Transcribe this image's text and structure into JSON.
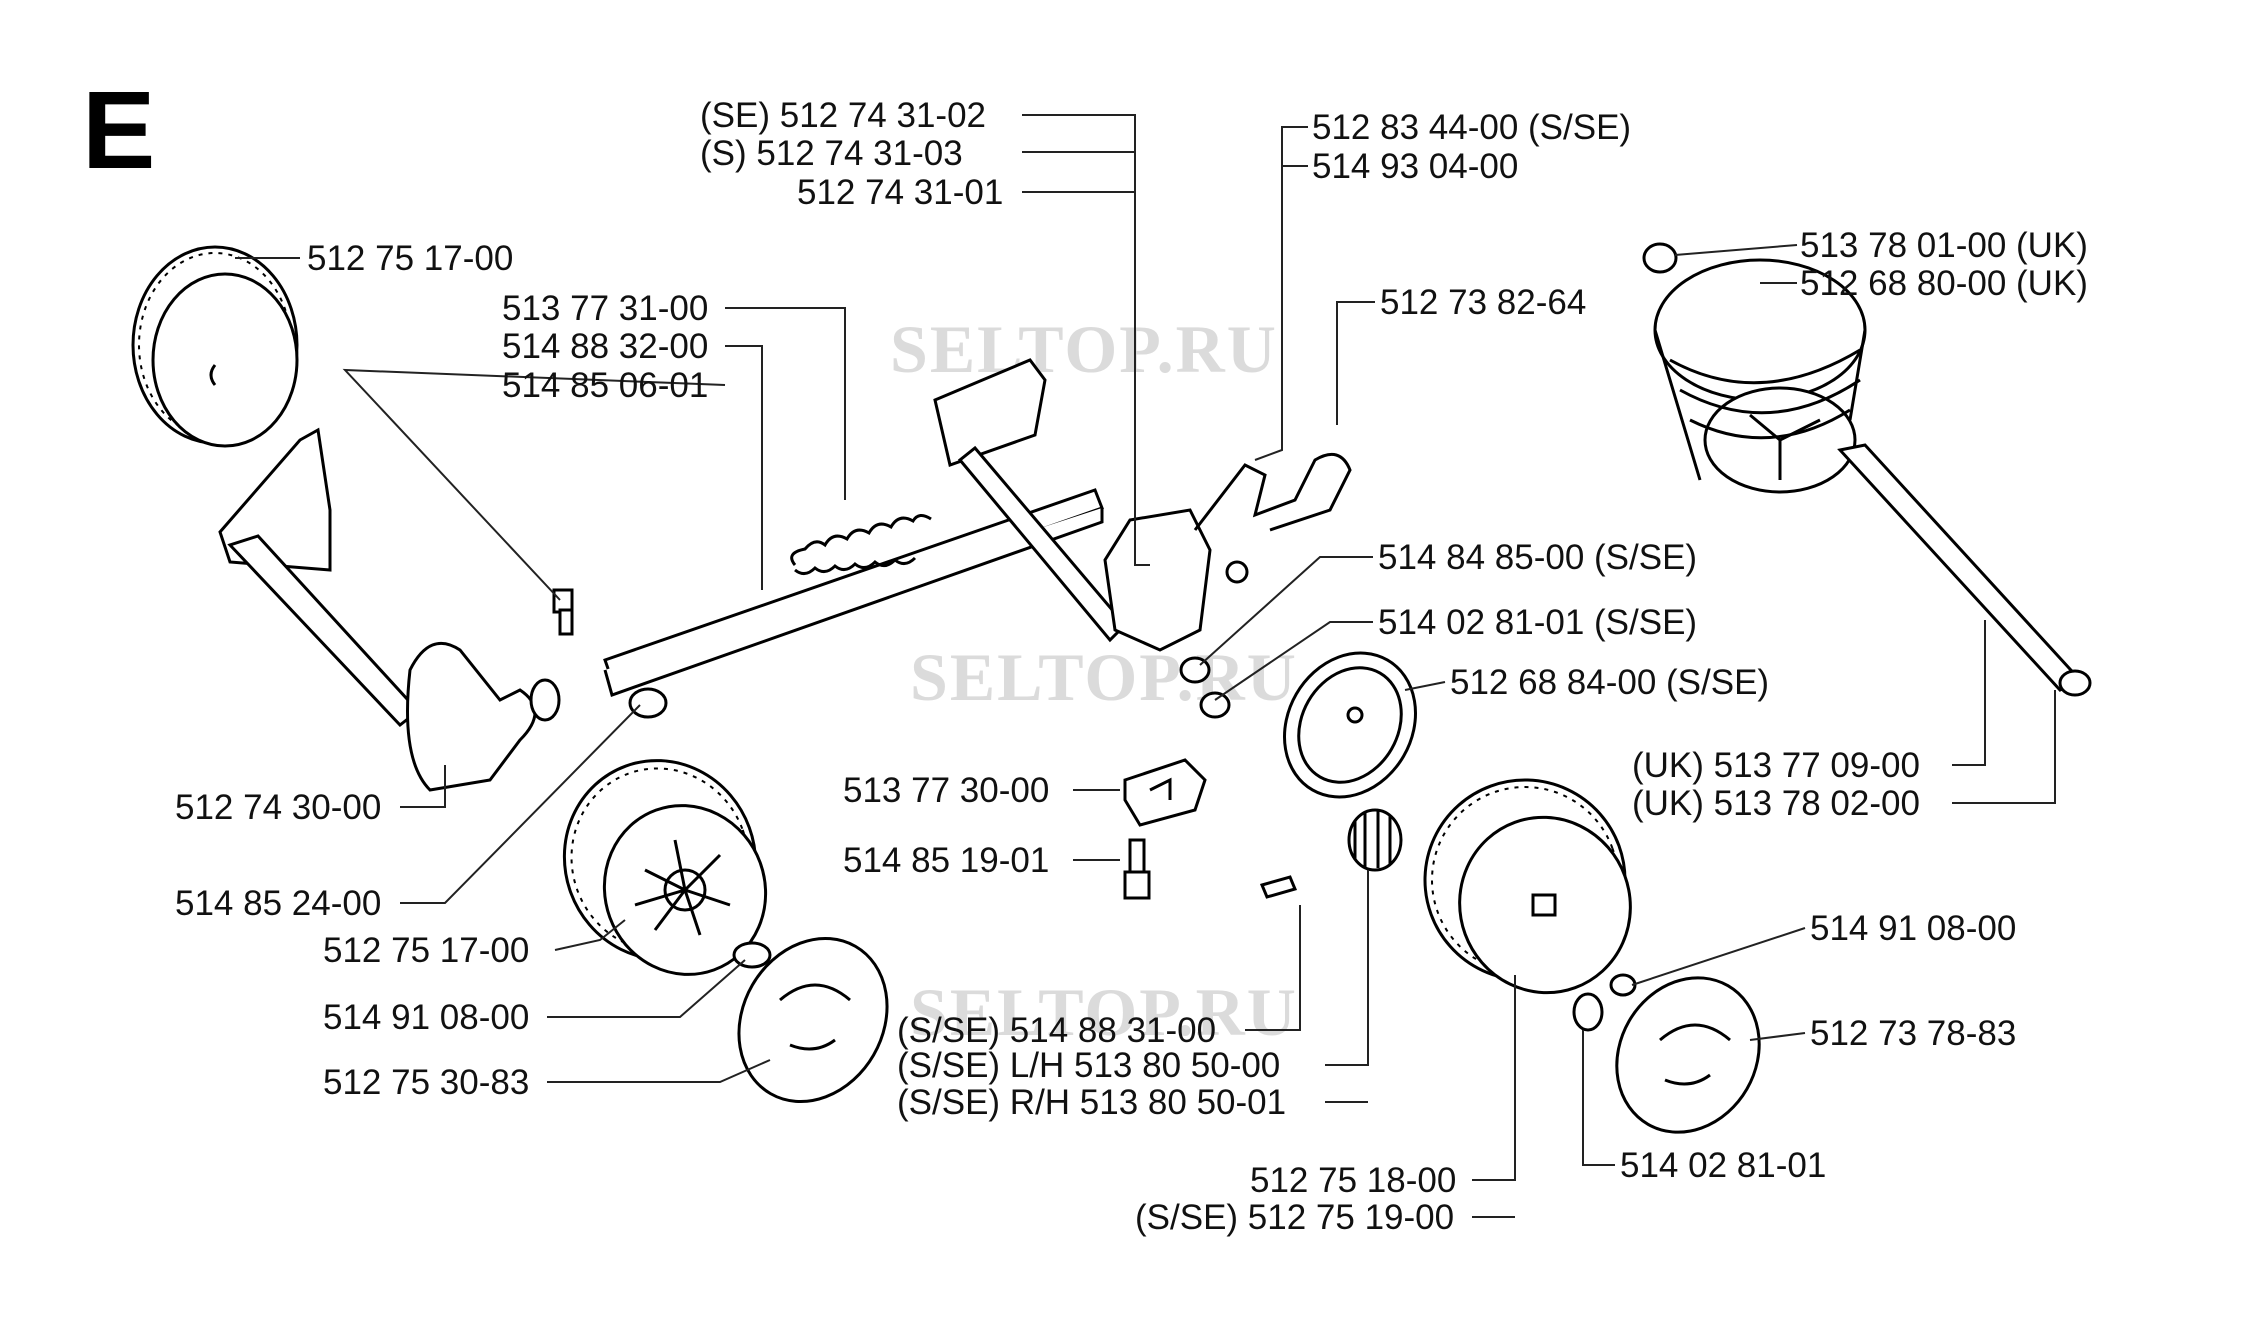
{
  "section_letter": "E",
  "watermarks": [
    "SELTOP.RU",
    "SELTOP.RU",
    "SELTOP.RU"
  ],
  "labels": [
    "(SE)  512 74 31-02",
    "(S)    512 74 31-03",
    "512 74 31-01",
    "512 83 44-00 (S/SE)",
    "514 93 04-00",
    "512 73 82-64",
    "513 78 01-00 (UK)",
    "512 68 80-00 (UK)",
    "512 75 17-00",
    "513 77 31-00",
    "514 88 32-00",
    "514 85 06-01",
    "514 84 85-00 (S/SE)",
    "514 02 81-01 (S/SE)",
    "512 68 84-00 (S/SE)",
    "(UK) 513 77 09-00",
    "(UK) 513 78 02-00",
    "512 74 30-00",
    "513 77 30-00",
    "514 85 19-01",
    "514 85 24-00",
    "512 75 17-00",
    "514 91 08-00",
    "512 75 30-83",
    "(S/SE) 514 88 31-00",
    "(S/SE) L/H 513 80 50-00",
    "(S/SE) R/H 513 80 50-01",
    "514 91 08-00",
    "512 73 78-83",
    "514 02 81-01",
    "512 75 18-00",
    "(S/SE) 512 75 19-00"
  ]
}
